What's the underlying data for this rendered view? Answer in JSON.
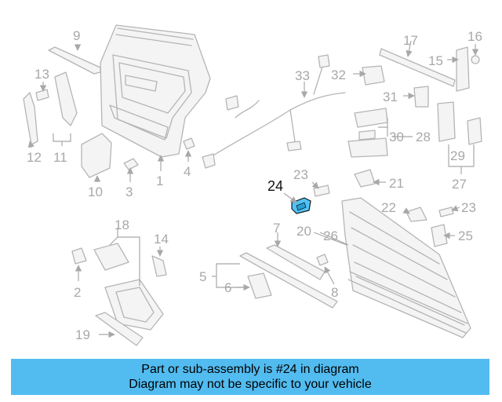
{
  "diagram": {
    "labels": {
      "p1": "1",
      "p2": "2",
      "p3": "3",
      "p4": "4",
      "p5": "5",
      "p6": "6",
      "p7": "7",
      "p8": "8",
      "p9": "9",
      "p10": "10",
      "p11": "11",
      "p12": "12",
      "p13": "13",
      "p14": "14",
      "p15": "15",
      "p16": "16",
      "p17": "17",
      "p18": "18",
      "p19": "19",
      "p20": "20",
      "p21": "21",
      "p22": "22",
      "p23a": "23",
      "p23b": "23",
      "p24": "24",
      "p25": "25",
      "p26": "26",
      "p27": "27",
      "p28": "28",
      "p29": "29",
      "p30": "30",
      "p31": "31",
      "p32": "32",
      "p33": "33"
    },
    "highlight_color": "#4fc3f7",
    "banner_color": "#52bcf0"
  },
  "banner": {
    "line1": "Part or sub-assembly is #24 in diagram",
    "line2": "Diagram may not be specific to your vehicle"
  }
}
